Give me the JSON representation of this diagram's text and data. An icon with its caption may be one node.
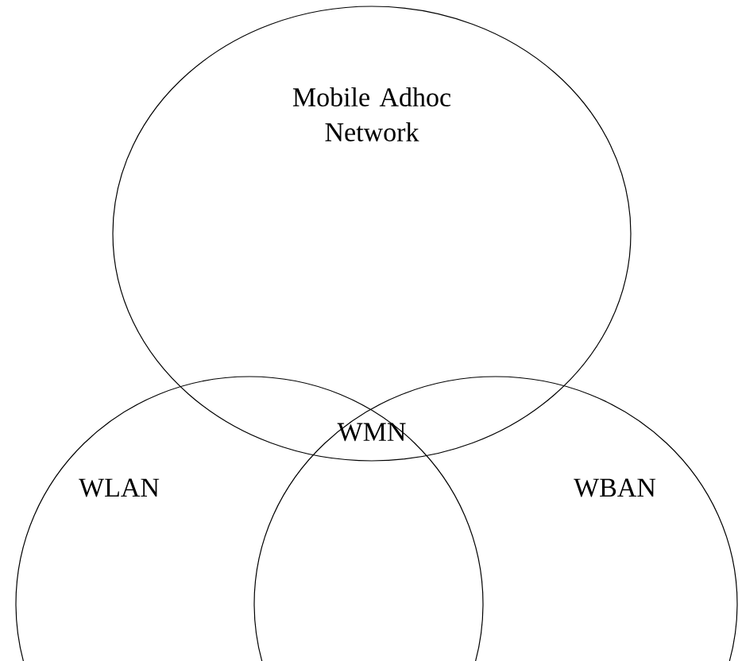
{
  "diagram": {
    "nodes": [
      {
        "text": [
          "Mobile Adhoc Network"
        ]
      },
      {
        "text": [
          "WLAN"
        ]
      },
      {
        "text": [
          "WBAN"
        ]
      }
    ],
    "labels": [
      "WMN"
    ]
  }
}
